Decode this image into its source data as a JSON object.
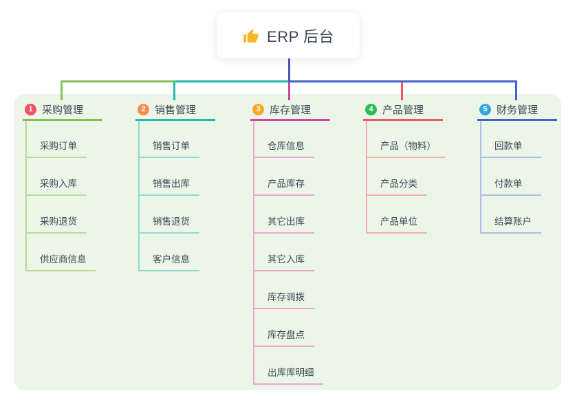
{
  "root": {
    "title": "ERP 后台",
    "icon": "thumbs-up-icon",
    "icon_color": "#f7b825",
    "connector_color": "#4a58c4"
  },
  "panel": {
    "background": "#ebf6e9"
  },
  "text_color": "#3d4852",
  "branches": [
    {
      "number": "1",
      "label": "采购管理",
      "badge_color": "#f35266",
      "line_color": "#85c054",
      "tint_color": "#b9db93",
      "children": [
        "采购订单",
        "采购入库",
        "采购退货",
        "供应商信息"
      ]
    },
    {
      "number": "2",
      "label": "销售管理",
      "badge_color": "#f98b4e",
      "line_color": "#28b5ab",
      "tint_color": "#90d8d0",
      "children": [
        "销售订单",
        "销售出库",
        "销售退货",
        "客户信息"
      ]
    },
    {
      "number": "3",
      "label": "库存管理",
      "badge_color": "#f9a826",
      "line_color": "#d6449f",
      "tint_color": "#eda4cd",
      "children": [
        "仓库信息",
        "产品库存",
        "其它出库",
        "其它入库",
        "库存调拨",
        "库存盘点",
        "出库库明细"
      ]
    },
    {
      "number": "4",
      "label": "产品管理",
      "badge_color": "#2ebd59",
      "line_color": "#f0585f",
      "tint_color": "#f5abab",
      "children": [
        "产品（物料）",
        "产品分类",
        "产品单位"
      ]
    },
    {
      "number": "5",
      "label": "财务管理",
      "badge_color": "#35a6dd",
      "line_color": "#4263c8",
      "tint_color": "#a9bde6",
      "children": [
        "回款单",
        "付款单",
        "结算账户"
      ]
    }
  ]
}
